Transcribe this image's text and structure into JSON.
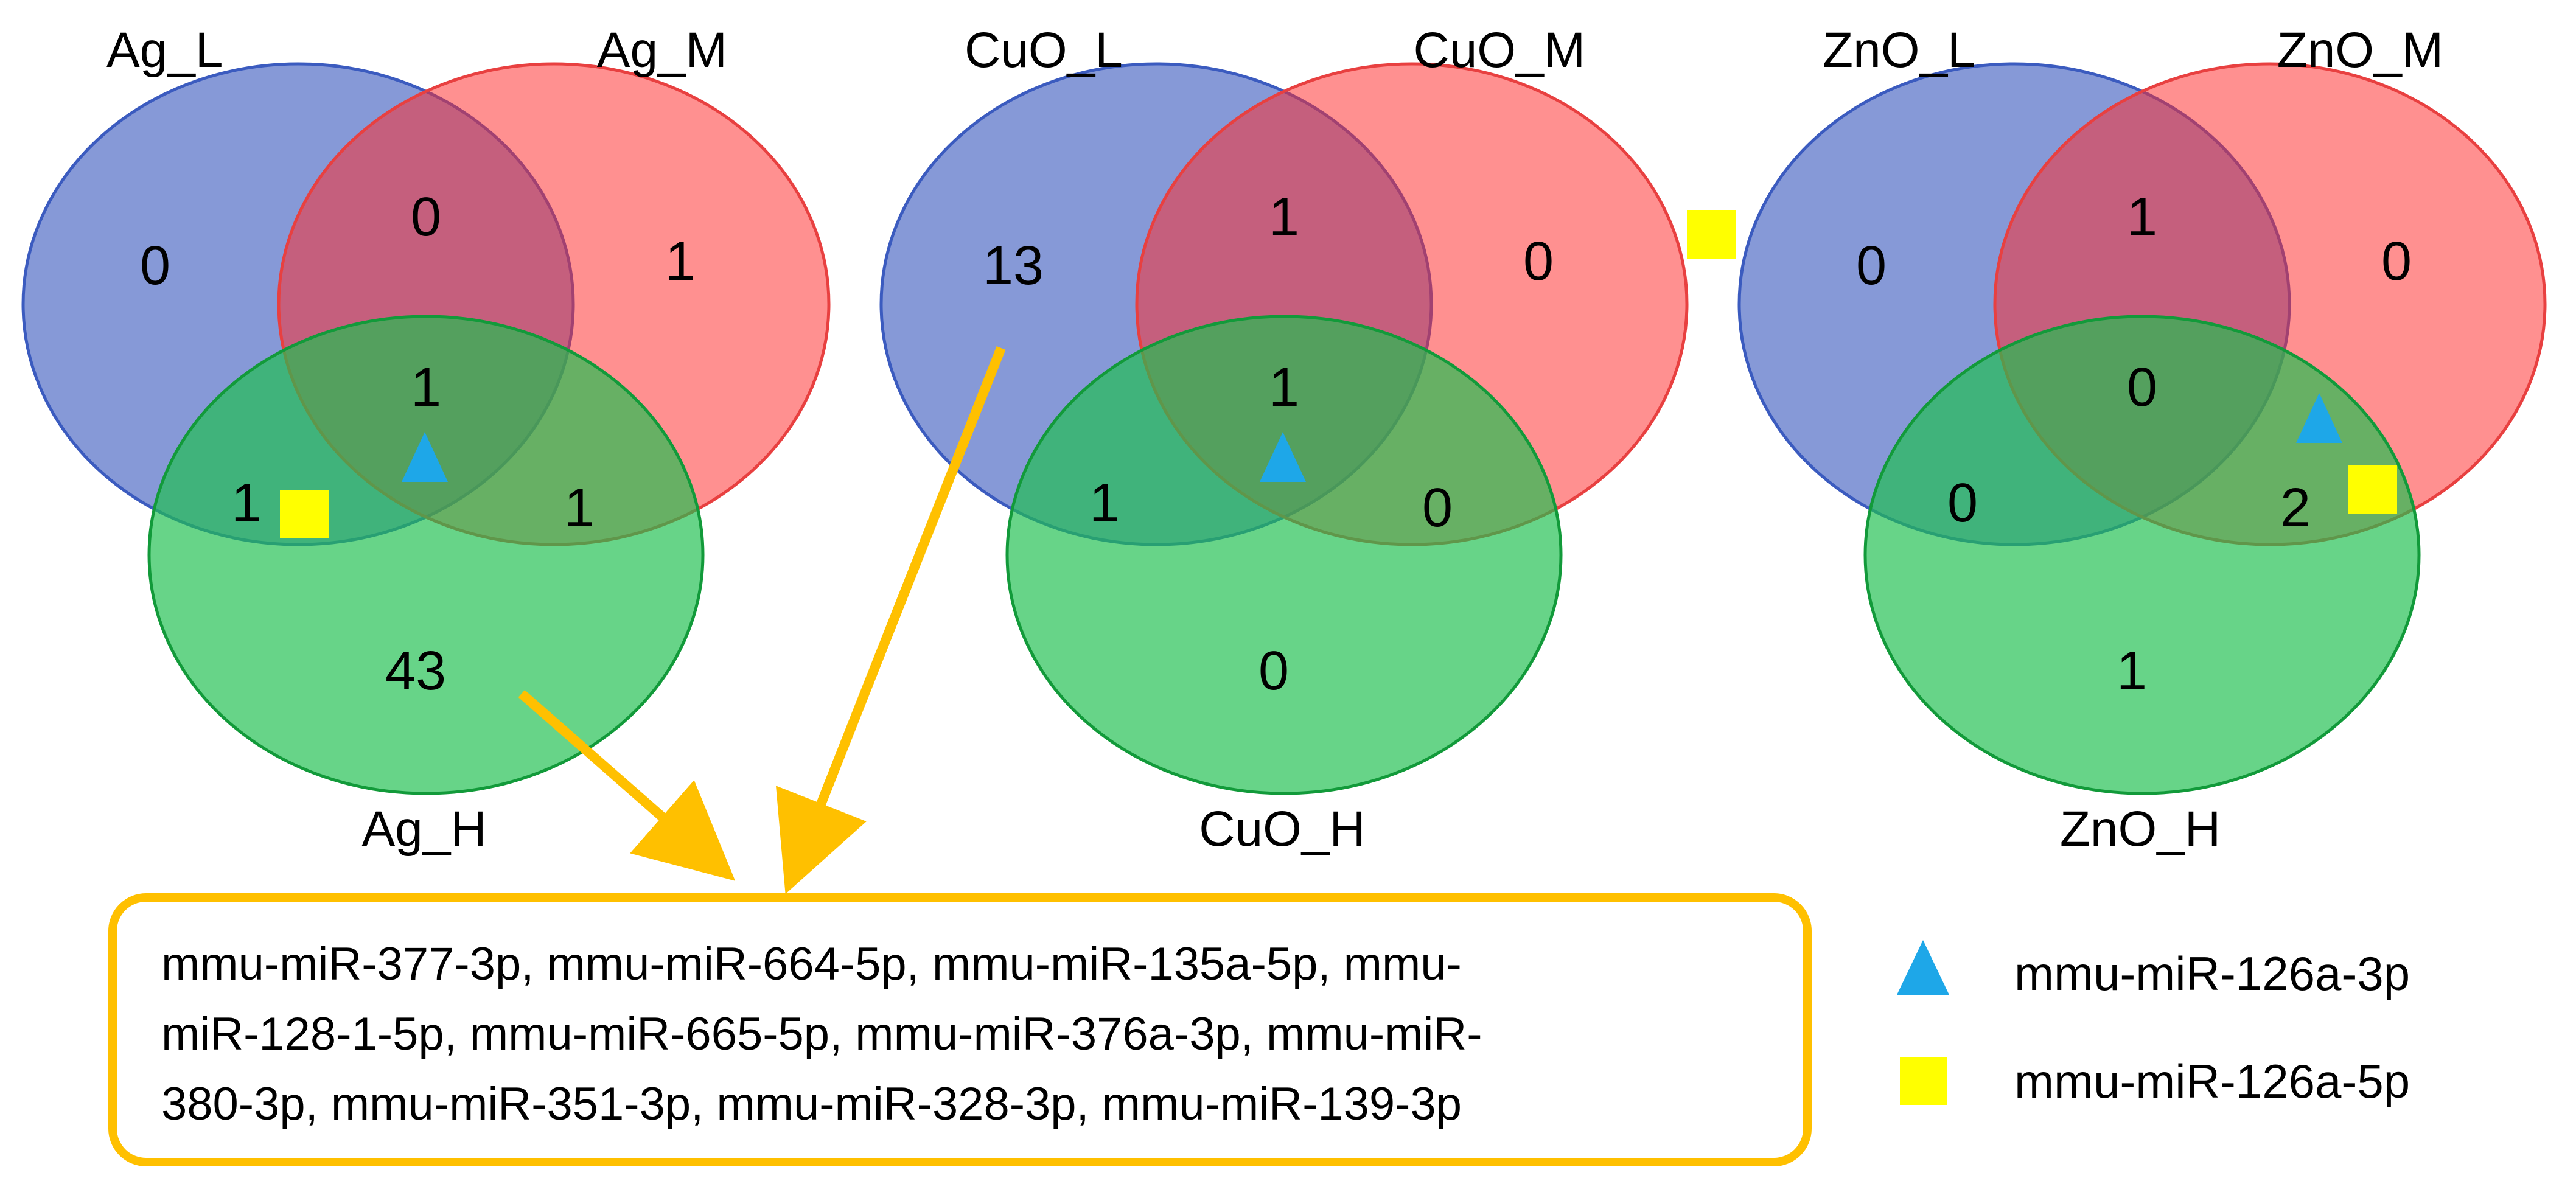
{
  "colors": {
    "blue_fill": "#3b5bbf",
    "blue_stroke": "#3b5bbf",
    "red_fill": "#ff2a2a",
    "red_stroke": "#e84040",
    "green_fill": "#1fbf4f",
    "green_stroke": "#129a3a",
    "arrow": "#ffc000",
    "triangle": "#1ea7e8",
    "square": "#ffff00",
    "box_border": "#ffc000"
  },
  "venns": [
    {
      "labels": {
        "L": "Ag_L",
        "M": "Ag_M",
        "H": "Ag_H"
      },
      "counts": {
        "L_only": "0",
        "LM": "0",
        "M_only": "1",
        "LMH": "1",
        "LH": "1",
        "MH": "1",
        "H_only": "43"
      },
      "markers": {
        "triangle_region": "LMH",
        "square_region": "LH"
      }
    },
    {
      "labels": {
        "L": "CuO_L",
        "M": "CuO_M",
        "H": "CuO_H"
      },
      "counts": {
        "L_only": "13",
        "LM": "1",
        "M_only": "0",
        "LMH": "1",
        "LH": "1",
        "MH": "0",
        "H_only": "0"
      },
      "markers": {
        "triangle_region": "LMH",
        "square_region": "LM"
      }
    },
    {
      "labels": {
        "L": "ZnO_L",
        "M": "ZnO_M",
        "H": "ZnO_H"
      },
      "counts": {
        "L_only": "0",
        "LM": "1",
        "M_only": "0",
        "LMH": "0",
        "LH": "0",
        "MH": "2",
        "H_only": "1"
      },
      "markers": {
        "triangle_region": "MH",
        "square_region": "MH"
      }
    }
  ],
  "mirna_box": {
    "lines": [
      "mmu-miR-377-3p, mmu-miR-664-5p, mmu-miR-135a-5p, mmu-",
      "miR-128-1-5p, mmu-miR-665-5p, mmu-miR-376a-3p, mmu-miR-",
      "380-3p, mmu-miR-351-3p, mmu-miR-328-3p, mmu-miR-139-3p"
    ]
  },
  "legend": [
    {
      "icon": "triangle-icon",
      "label": "mmu-miR-126a-3p"
    },
    {
      "icon": "square-icon",
      "label": "mmu-miR-126a-5p"
    }
  ]
}
